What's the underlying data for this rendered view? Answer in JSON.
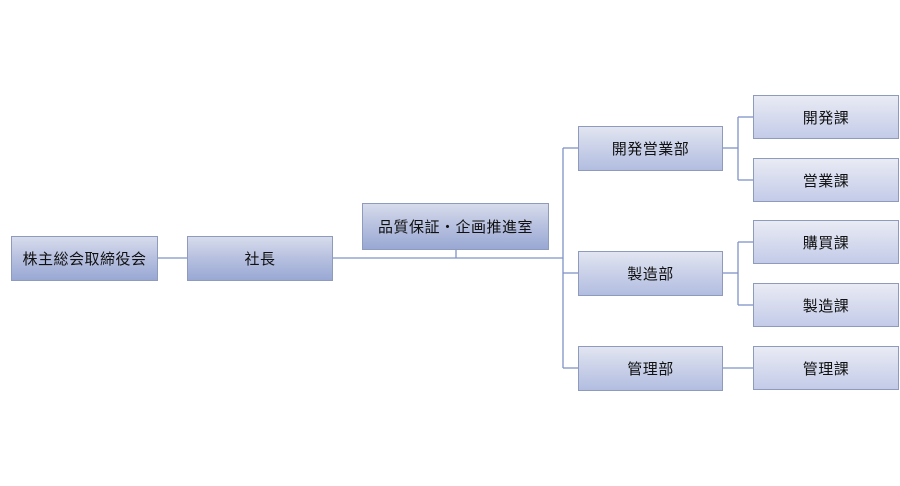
{
  "org_chart": {
    "board": "株主総会取締役会",
    "president": "社長",
    "staff_office": "品質保証・企画推進室",
    "departments": [
      {
        "name": "開発営業部",
        "sections": [
          "開発課",
          "営業課"
        ]
      },
      {
        "name": "製造部",
        "sections": [
          "購買課",
          "製造課"
        ]
      },
      {
        "name": "管理部",
        "sections": [
          "管理課"
        ]
      }
    ]
  },
  "colors": {
    "connector": "#7f93c6",
    "box_border": "#8e9bbd"
  }
}
